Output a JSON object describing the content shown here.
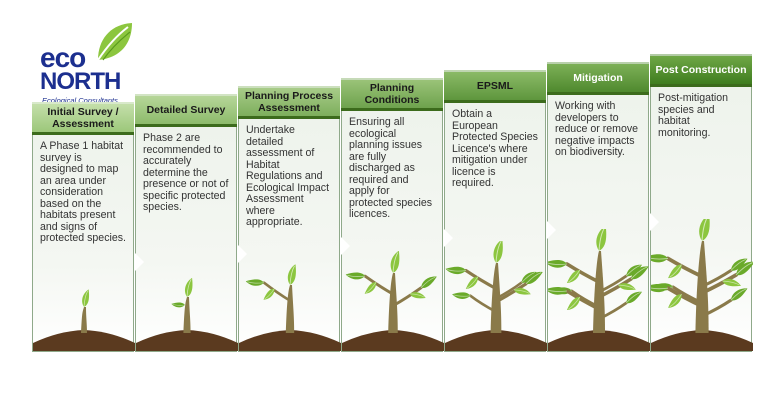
{
  "logo": {
    "line1": "eco",
    "line2": "NORTH",
    "subtitle": "Ecological Consultants"
  },
  "colors": {
    "brand_blue": "#1c2f8f",
    "header_green_light": "#a9cf8a",
    "header_green_dark": "#4f8a2c",
    "soil": "#5b3a1f",
    "stem": "#8a7a4a",
    "leaf": "#8cc63f"
  },
  "stages": [
    {
      "title": "Initial Survey / Assessment",
      "text": "A Phase 1 habitat survey is designed to map an area under consideration based on the habitats present and signs of protected species."
    },
    {
      "title": "Detailed Survey",
      "text": "Phase 2 are recommended to accurately determine the presence or not of specific protected species."
    },
    {
      "title": "Planning Process Assessment",
      "text": "Undertake detailed assessment of Habitat Regulations and Ecological Impact Assessment where appropriate."
    },
    {
      "title": "Planning Conditions",
      "text": "Ensuring all ecological planning issues are fully discharged as required and apply for protected species licences."
    },
    {
      "title": "EPSML",
      "text": "Obtain a European Protected Species Licence's where mitigation under licence is required."
    },
    {
      "title": "Mitigation",
      "text": "Working with developers to reduce or remove negative impacts on biodiversity."
    },
    {
      "title": "Post Construction",
      "text": "Post-mitigation species and habitat monitoring."
    }
  ]
}
